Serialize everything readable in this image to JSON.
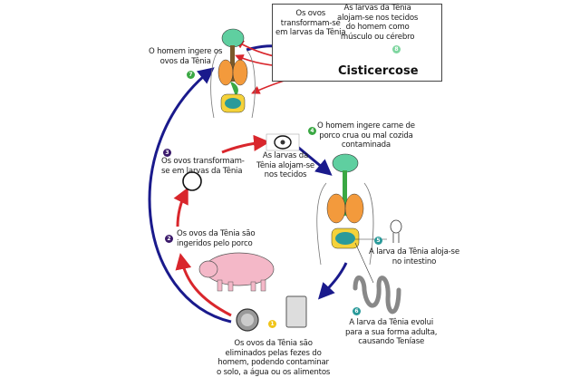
{
  "title_box": {
    "box_left_label": "Os ovos\ntransformam-se\nem larvas da Tênia",
    "box_right_label": "As larvas da Tênia\nalojam-se nos tecidos\ndo homem como\nmúsculo ou cérebro",
    "condition_label": "Cisticercose",
    "badge": "8"
  },
  "steps": [
    {
      "number": "1",
      "text": "Os ovos da Tênia são\neliminados pelas fezes do\nhomem, podendo contaminar\no solo, a água ou os alimentos",
      "badge_color": "#f0c419"
    },
    {
      "number": "2",
      "text": "Os ovos da Tênia são\ningeridos pelo porco",
      "badge_color": "#3b1a6b"
    },
    {
      "number": "3",
      "text": "Os ovos transformam-\nse em larvas da Tênia",
      "badge_color": "#3b1a6b"
    },
    {
      "number": "",
      "text": "As larvas da\nTênia alojam-se\nnos tecidos",
      "badge_color": ""
    },
    {
      "number": "4",
      "text": "O homem ingere carne de\nporco crua ou mal cozida\ncontaminada",
      "badge_color": "#3aa843"
    },
    {
      "number": "5",
      "text": "A larva da Tênia aloja-se\nno intestino",
      "badge_color": "#2a9a9a"
    },
    {
      "number": "6",
      "text": "A larva da Tênia evolui\npara a sua forma adulta,\ncausando Teníase",
      "badge_color": "#2a9a9a"
    },
    {
      "number": "7",
      "text": "O homem ingere os\novos da Tênia",
      "badge_color": "#3aa843"
    }
  ],
  "colors": {
    "blue_arrow": "#1a1a8c",
    "red_arrow": "#d9262c",
    "pig": "#f4b8c8",
    "lungs": "#f39a3c",
    "brain": "#5fcfa0",
    "intestine": "#f5d23a",
    "box8_badge": "#7fd6a0"
  }
}
